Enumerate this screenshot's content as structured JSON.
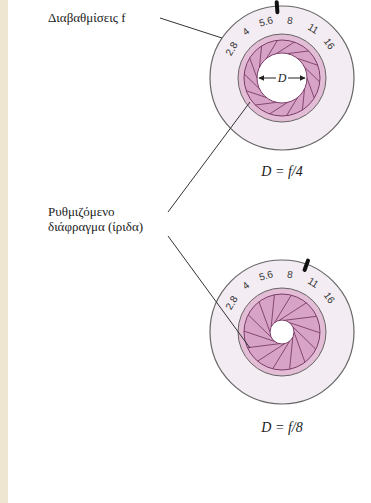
{
  "diagram": {
    "labels": [
      "Διαβαθμίσεις f",
      "Ρυθμιζόμενο διάφραγμα (ίριδα)",
      "2.8",
      "4",
      "5.6",
      "8",
      "11",
      "16",
      "D",
      "D = f/4",
      "2.8",
      "4",
      "5.6",
      "8",
      "11",
      "16",
      "D = f/8"
    ]
  }
}
